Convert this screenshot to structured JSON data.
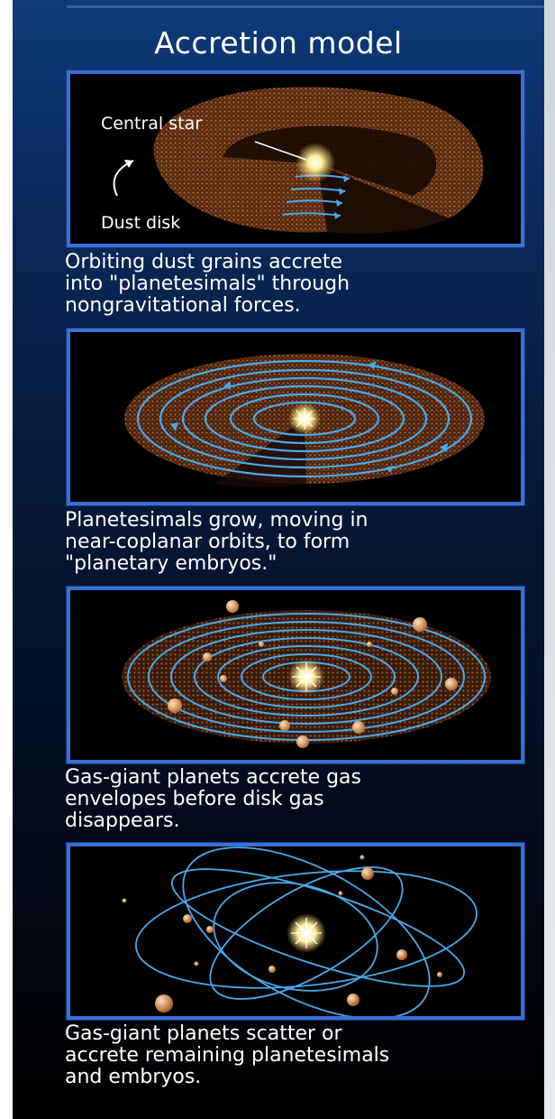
{
  "title": "Accretion model",
  "panels": [
    {
      "labels": {
        "central_star": "Central star",
        "dust_disk": "Dust disk"
      },
      "caption": [
        "Orbiting dust grains accrete",
        "into \"planetesimals\" through",
        "nongravitational forces."
      ]
    },
    {
      "caption": [
        "Planetesimals grow, moving in",
        "near-coplanar orbits, to form",
        "\"planetary embryos.\""
      ]
    },
    {
      "caption": [
        "Gas-giant planets accrete gas",
        "envelopes before disk gas",
        "disappears."
      ]
    },
    {
      "caption": [
        "Gas-giant planets scatter or",
        "accrete remaining planetesimals",
        "and embryos."
      ]
    }
  ],
  "colors": {
    "frame": "#3a6fd6",
    "orbit": "#4aa8e8",
    "dust": "#8a4a22",
    "star": "#fff2b0",
    "planet": "#e9b27a"
  }
}
